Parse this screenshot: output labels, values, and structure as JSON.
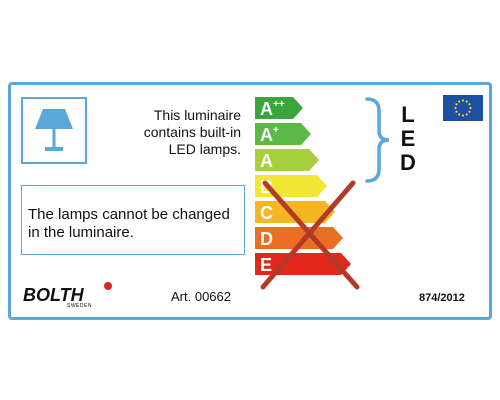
{
  "label": {
    "contains_text": [
      "This luminaire",
      "contains built-in",
      "LED lamps."
    ],
    "change_text": [
      "The lamps cannot be changed",
      "in the luminaire."
    ],
    "led_letters": [
      "L",
      "E",
      "D"
    ],
    "art_number": "Art. 00662",
    "regulation": "874/2012",
    "logo_text": "BOLTH",
    "logo_subtext": "SWEDEN",
    "eu_flag": "eu-flag-icon",
    "lamp_icon": "table-lamp-icon"
  },
  "energy_classes": [
    {
      "letter": "A",
      "sup": "++",
      "color": "#3aa53d"
    },
    {
      "letter": "A",
      "sup": "+",
      "color": "#5cb947"
    },
    {
      "letter": "A",
      "sup": "",
      "color": "#a8cf3c"
    },
    {
      "letter": "B",
      "sup": "",
      "color": "#f4e634"
    },
    {
      "letter": "C",
      "sup": "",
      "color": "#f6b624"
    },
    {
      "letter": "D",
      "sup": "",
      "color": "#ec6e24"
    },
    {
      "letter": "E",
      "sup": "",
      "color": "#e2271b"
    }
  ],
  "colors": {
    "border": "#5ba7d9",
    "cross": "#b23a26",
    "logo_dot": "#d7262c",
    "eu_blue": "#1d4fa3",
    "eu_stars": "#f5d327"
  }
}
